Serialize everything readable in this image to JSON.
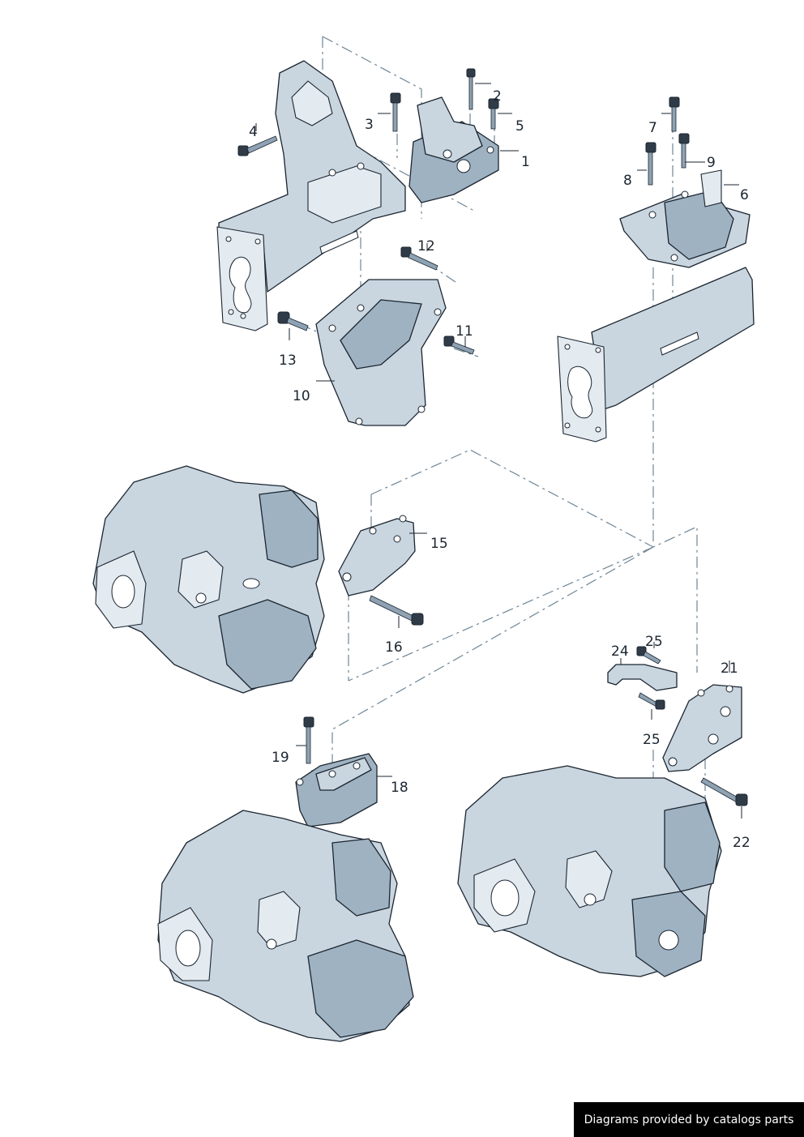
{
  "diagram": {
    "callouts": [
      {
        "id": "c1",
        "label": "1"
      },
      {
        "id": "c2",
        "label": "2"
      },
      {
        "id": "c3",
        "label": "3"
      },
      {
        "id": "c4",
        "label": "4"
      },
      {
        "id": "c5",
        "label": "5"
      },
      {
        "id": "c6",
        "label": "6"
      },
      {
        "id": "c7",
        "label": "7"
      },
      {
        "id": "c8",
        "label": "8"
      },
      {
        "id": "c9",
        "label": "9"
      },
      {
        "id": "c10",
        "label": "10"
      },
      {
        "id": "c11",
        "label": "11"
      },
      {
        "id": "c12",
        "label": "12"
      },
      {
        "id": "c13",
        "label": "13"
      },
      {
        "id": "c15",
        "label": "15"
      },
      {
        "id": "c16",
        "label": "16"
      },
      {
        "id": "c18",
        "label": "18"
      },
      {
        "id": "c19",
        "label": "19"
      },
      {
        "id": "c21",
        "label": "21"
      },
      {
        "id": "c22",
        "label": "22"
      },
      {
        "id": "c24",
        "label": "24"
      },
      {
        "id": "c25a",
        "label": "25"
      },
      {
        "id": "c25b",
        "label": "25"
      }
    ]
  },
  "footer": {
    "credit": "Diagrams provided by catalogs parts"
  },
  "colors": {
    "part_fill": "#c9d6e0",
    "outline": "#1b2530",
    "dash_line": "#6f8696",
    "badge_bg": "#000000",
    "badge_text": "#ffffff"
  }
}
